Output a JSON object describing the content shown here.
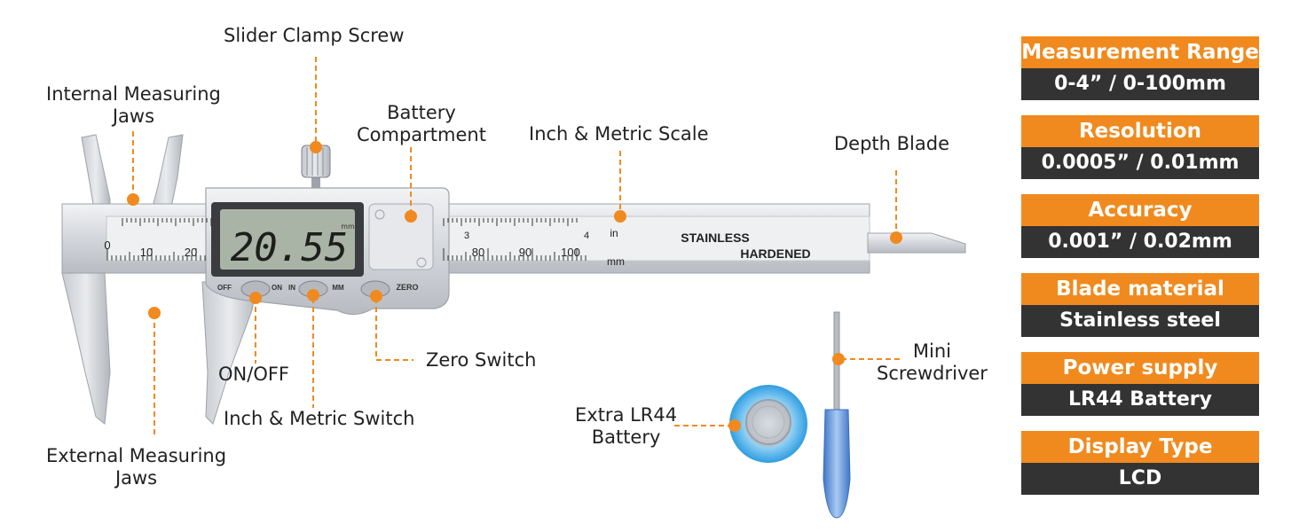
{
  "colors": {
    "accent": "#f08a1e",
    "dark": "#333333",
    "steel": "#d6d8dc",
    "lcd": "#aab4a6",
    "battery": "#6bb3ea",
    "handle": "#5b8fd6"
  },
  "callouts": {
    "slider_clamp_screw": "Slider Clamp Screw",
    "internal_jaws": [
      "Internal Measuring",
      "Jaws"
    ],
    "battery_compartment": [
      "Battery",
      "Compartment"
    ],
    "scale": "Inch & Metric Scale",
    "depth_blade": "Depth Blade",
    "on_off": "ON/OFF",
    "zero_switch": "Zero Switch",
    "inch_metric_switch": "Inch & Metric Switch",
    "external_jaws": [
      "External Measuring",
      "Jaws"
    ],
    "extra_battery": [
      "Extra LR44",
      "Battery"
    ],
    "screwdriver": [
      "Mini",
      "Screwdriver"
    ]
  },
  "caliper": {
    "reading": "20.55",
    "reading_unit": "mm",
    "stainless": "STAINLESS",
    "hardened": "HARDENED",
    "in_unit": "in",
    "mm_unit": "mm",
    "button_labels": [
      "OFF",
      "ON",
      "IN",
      "MM",
      "ZERO"
    ],
    "left_scale": [
      "0",
      "10",
      "20"
    ],
    "right_scale": [
      "80",
      "90",
      "100"
    ],
    "inch_digits": [
      "3",
      "4"
    ]
  },
  "specs": [
    {
      "label": "Measurement Range",
      "value": "0-4” / 0-100mm"
    },
    {
      "label": "Resolution",
      "value": "0.0005” / 0.01mm"
    },
    {
      "label": "Accuracy",
      "value": "0.001” / 0.02mm"
    },
    {
      "label": "Blade material",
      "value": "Stainless steel"
    },
    {
      "label": "Power supply",
      "value": "LR44 Battery"
    },
    {
      "label": "Display Type",
      "value": "LCD"
    }
  ]
}
